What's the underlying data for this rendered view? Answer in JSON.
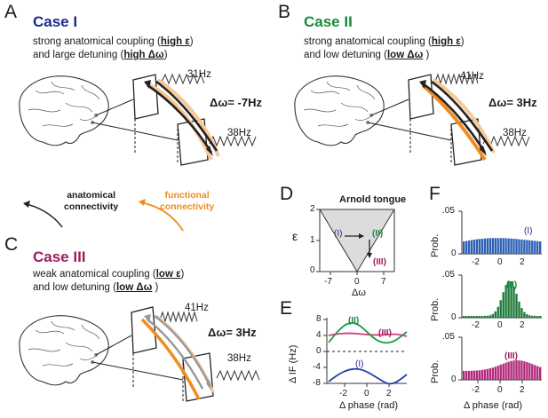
{
  "colors": {
    "case1": "#1c2a8c",
    "case2": "#1a8a3c",
    "case3": "#9a1f5f",
    "orange": "#f08c1e",
    "blue_bar": "#2d5fb5",
    "green_bar": "#1d7a3a",
    "pink_bar": "#b0287a",
    "tongue_fill": "#dcdcdc"
  },
  "panelA": {
    "letter": "A",
    "title": "Case I",
    "line1_pre": "strong anatomical coupling (",
    "line1_key": "high ε",
    "line1_post": ")",
    "line2_pre": "and large detuning (",
    "line2_key": "high Δω",
    "line2_post": ")",
    "freq1": "31Hz",
    "freq2": "38Hz",
    "detuning": "Δω= -7Hz"
  },
  "panelB": {
    "letter": "B",
    "title": "Case II",
    "line1_pre": "strong anatomical coupling (",
    "line1_key": "high ε",
    "line1_post": ")",
    "line2_pre": "and low detuning (",
    "line2_key": "low Δω",
    "line2_post": " )",
    "freq1": "41Hz",
    "freq2": "38Hz",
    "detuning": "Δω= 3Hz"
  },
  "panelC": {
    "letter": "C",
    "title": "Case III",
    "line1_pre": "weak anatomical coupling (",
    "line1_key": "low ε",
    "line1_post": ")",
    "line2_pre": "and low detuning (",
    "line2_key": "low Δω",
    "line2_post": " )",
    "freq1": "41Hz",
    "freq2": "38Hz",
    "detuning": "Δω= 3Hz"
  },
  "legend": {
    "anatomical_line1": "anatomical",
    "anatomical_line2": "connectivity",
    "functional_line1": "functional",
    "functional_line2": "connectivity"
  },
  "panelD": {
    "letter": "D",
    "title": "Arnold tongue",
    "ylabel": "ε",
    "xlabel": "Δω",
    "yticks": [
      "2",
      "1",
      "0"
    ],
    "xticks": [
      "-7",
      "0",
      "7"
    ],
    "marker1": "(I)",
    "marker2": "(II)",
    "marker3": "(III)"
  },
  "panelE": {
    "letter": "E",
    "ylabel": "Δ IF (Hz)",
    "xlabel": "Δ phase   (rad)",
    "yticks": [
      "8",
      "4",
      "0",
      "-4",
      "-8"
    ],
    "xticks": [
      "-2",
      "0",
      "2"
    ],
    "label1": "(I)",
    "label2": "(II)",
    "label3": "(III)"
  },
  "panelF": {
    "letter": "F",
    "ylabel": "Prob.",
    "ytick_top": ".05",
    "ytick_bottom": "0",
    "xticks": [
      "-2",
      "0",
      "2"
    ],
    "xlabel": "Δ phase   (rad)",
    "label1": "(I)",
    "label2": "(II)",
    "label3": "(III)"
  }
}
